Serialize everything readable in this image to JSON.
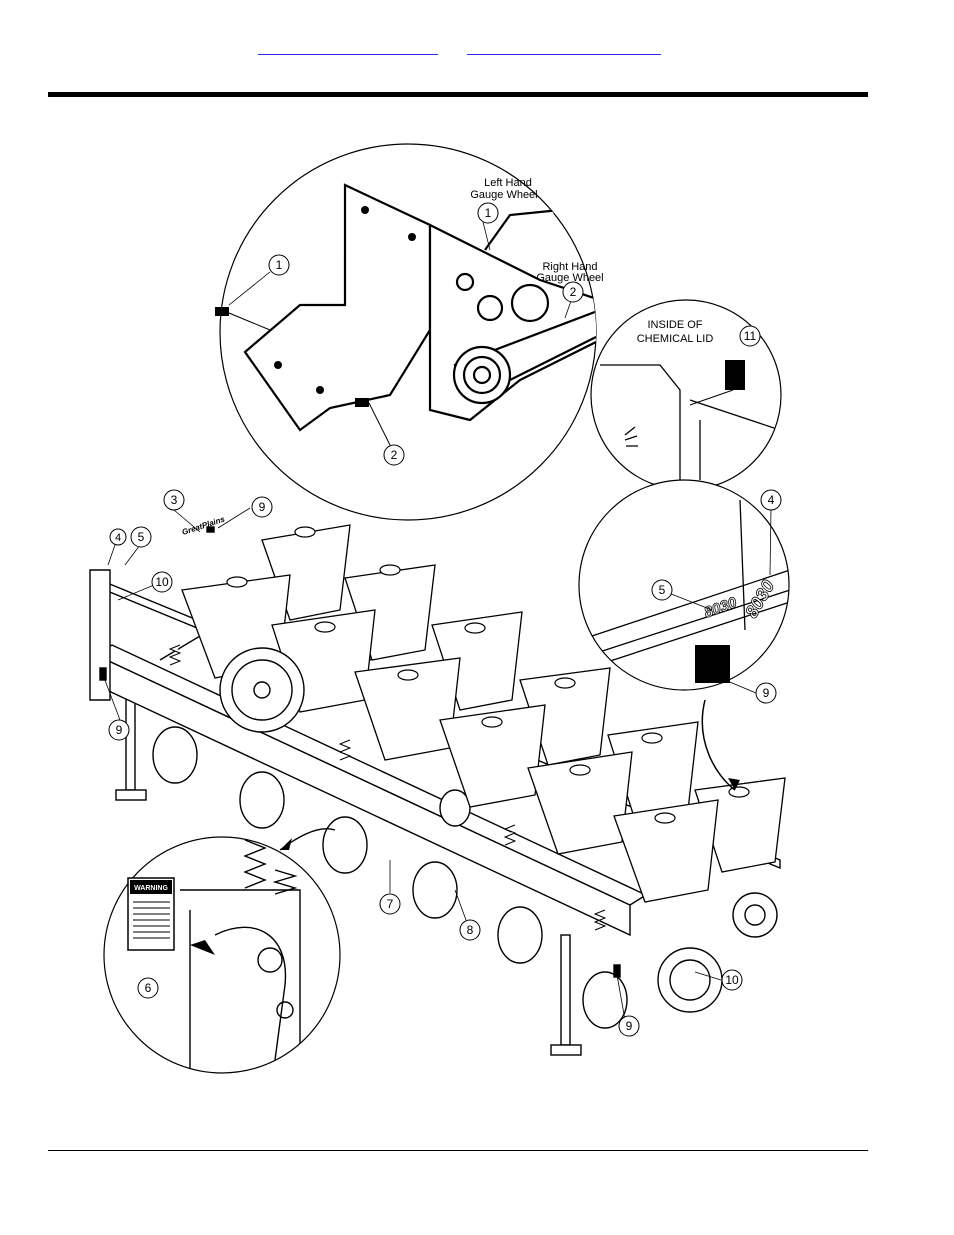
{
  "header": {
    "link_left": "",
    "link_right": ""
  },
  "callouts": {
    "c1": "1",
    "c2": "2",
    "c3": "3",
    "c4": "4",
    "c5": "5",
    "c6": "6",
    "c7": "7",
    "c8": "8",
    "c9": "9",
    "c10": "10",
    "c11": "11"
  },
  "labels": {
    "left_hand_1": "Left Hand",
    "left_hand_2": "Gauge Wheel",
    "right_hand_1": "Right Hand",
    "right_hand_2": "Gauge Wheel",
    "chem_1": "INSIDE OF",
    "chem_2": "CHEMICAL LID",
    "model_a": "8030",
    "model_b": "8030",
    "decal_brand": "GreatPlains",
    "warning_title": "WARNING"
  }
}
